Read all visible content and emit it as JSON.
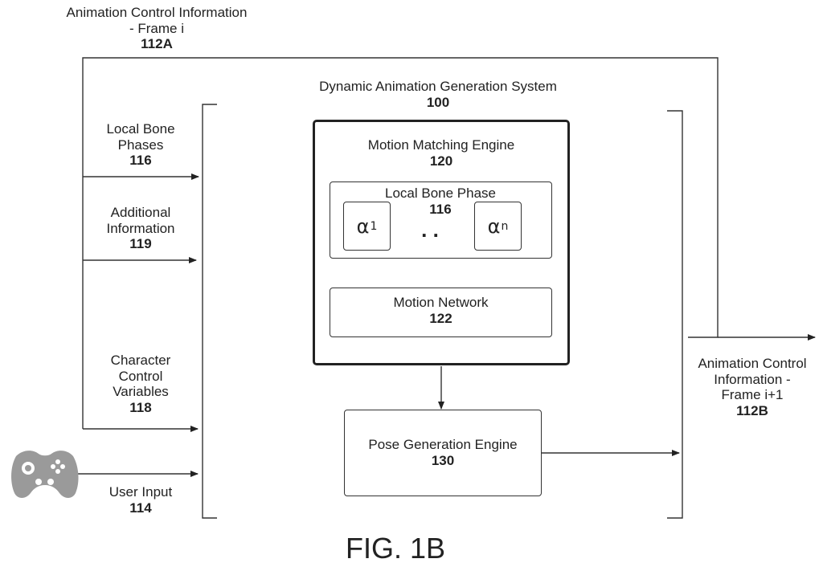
{
  "top_input": {
    "line1": "Animation Control Information",
    "line2": "- Frame i",
    "number": "112A"
  },
  "system": {
    "title": "Dynamic Animation Generation System",
    "number": "100"
  },
  "inputs": {
    "local_bone_phases": {
      "line1": "Local Bone",
      "line2": "Phases",
      "number": "116"
    },
    "additional_information": {
      "line1": "Additional",
      "line2": "Information",
      "number": "119"
    },
    "character_control_variables": {
      "line1": "Character",
      "line2": "Control",
      "line3": "Variables",
      "number": "118"
    },
    "user_input": {
      "line1": "User Input",
      "number": "114"
    }
  },
  "motion_matching_engine": {
    "title": "Motion Matching Engine",
    "number": "120"
  },
  "local_bone_phase": {
    "title": "Local Bone Phase",
    "number": "116",
    "alpha_first": "α",
    "alpha_first_sub": "1",
    "ellipsis": ". .",
    "alpha_last": "α",
    "alpha_last_sub": "n"
  },
  "motion_network": {
    "title": "Motion Network",
    "number": "122"
  },
  "pose_generation_engine": {
    "title": "Pose Generation Engine",
    "number": "130"
  },
  "output": {
    "line1": "Animation Control",
    "line2": "Information -",
    "line3": "Frame i+1",
    "number": "112B"
  },
  "figure_label": "FIG. 1B",
  "icons": {
    "controller": "gamepad-icon"
  }
}
